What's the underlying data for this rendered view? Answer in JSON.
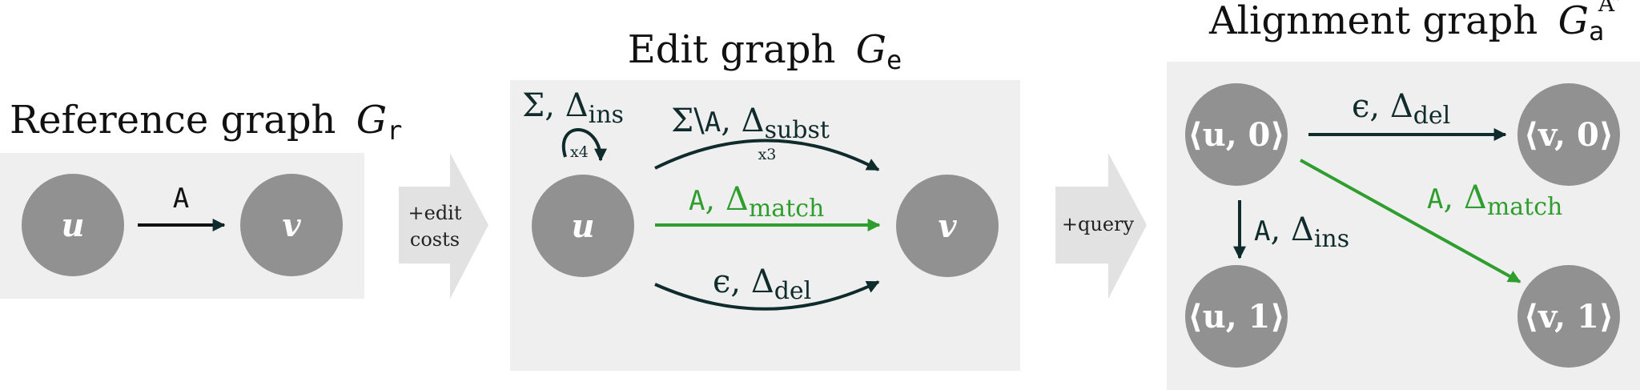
{
  "panels": {
    "reference": {
      "title": "Reference graph",
      "title_symbol": "G",
      "title_subscript": "r",
      "nodes": [
        "u",
        "v"
      ],
      "edge_label": "A"
    },
    "arrow1": {
      "line1": "+edit",
      "line2": "costs"
    },
    "edit": {
      "title": "Edit graph",
      "title_symbol": "G",
      "title_subscript": "e",
      "nodes": [
        "u",
        "v"
      ],
      "loop": {
        "label_prefix": "Σ, Δ",
        "label_sub": "ins",
        "multiplier": "x4"
      },
      "subst": {
        "label_prefix": "Σ\\",
        "label_mono": "A",
        "label_mid": ", Δ",
        "label_sub": "subst",
        "multiplier": "x3"
      },
      "match": {
        "label_mono": "A",
        "label_mid": ", Δ",
        "label_sub": "match"
      },
      "del": {
        "label_prefix": "ϵ, Δ",
        "label_sub": "del"
      }
    },
    "arrow2": {
      "line1": "+query"
    },
    "alignment": {
      "title": "Alignment graph",
      "title_symbol": "G",
      "title_subscript": "a",
      "title_superscript": "“A”",
      "nodes": [
        "⟨u, 0⟩",
        "⟨v, 0⟩",
        "⟨u, 1⟩",
        "⟨v, 1⟩"
      ],
      "del": {
        "label_prefix": "ϵ, Δ",
        "label_sub": "del"
      },
      "ins": {
        "label_mono": "A",
        "label_mid": ", Δ",
        "label_sub": "ins"
      },
      "match": {
        "label_mono": "A",
        "label_mid": ", Δ",
        "label_sub": "match"
      }
    }
  },
  "colors": {
    "panel_bg": "#efefef",
    "node_fill": "#919191",
    "node_text": "#ffffff",
    "edge_dark": "#0f2b2b",
    "edge_green": "#2e9e2e",
    "arrow_shape": "#e2e2e2"
  }
}
